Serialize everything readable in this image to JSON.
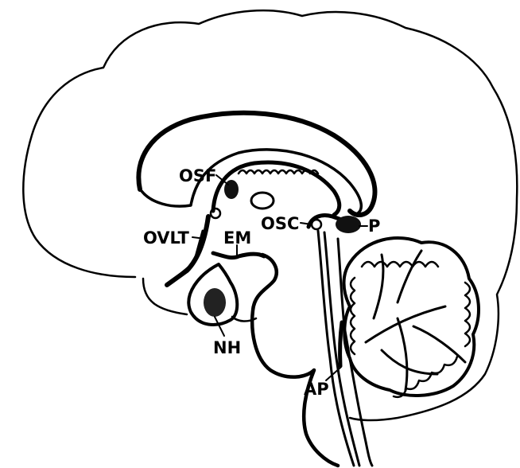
{
  "labels": {
    "osf": "OSF",
    "ovlt": "OVLT",
    "em": "EM",
    "osc": "OSC",
    "p": "P",
    "nh": "NH",
    "ap": "AP"
  }
}
